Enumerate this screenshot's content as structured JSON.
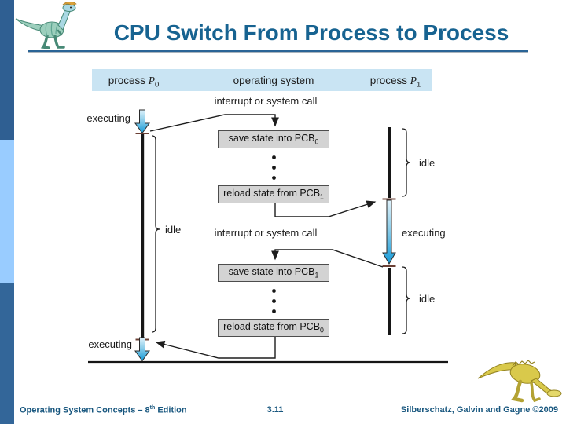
{
  "title": "CPU Switch From Process to Process",
  "diagram": {
    "header": {
      "col_left": {
        "pre": "process ",
        "var": "P",
        "sub": "0"
      },
      "col_mid": {
        "pre": "operating system"
      },
      "col_right": {
        "pre": "process ",
        "var": "P",
        "sub": "1"
      }
    },
    "interrupt_top": "interrupt or system call",
    "interrupt_bottom": "interrupt or system call",
    "boxes": [
      {
        "pre": "save state into PCB",
        "sub": "0"
      },
      {
        "pre": "reload state from PCB",
        "sub": "1"
      },
      {
        "pre": "save state into PCB",
        "sub": "1"
      },
      {
        "pre": "reload state from PCB",
        "sub": "0"
      }
    ],
    "labels": {
      "executing_p0_top": "executing",
      "idle_p0": "idle",
      "idle_p1_top": "idle",
      "executing_p1": "executing",
      "idle_p1_bottom": "idle",
      "executing_p0_bottom": "executing"
    }
  },
  "footer": {
    "book_pre": "Operating System Concepts – 8",
    "book_sup": "th",
    "book_post": " Edition",
    "page_number": "3.11",
    "authors": "Silberschatz, Galvin and Gagne ©2009"
  },
  "icons": {
    "top_left": "dinosaur-logo",
    "bottom_right": "dinosaur-logo"
  },
  "colors": {
    "title_text": "#176391",
    "footer_text": "#17567E",
    "sidebar_top": "#2F5F92",
    "sidebar_middle": "#99CCFF",
    "sidebar_bottom": "#336699",
    "band_fill": "#C9E4F3",
    "box_fill": "#D3D3D3",
    "box_border": "#4D4D4D",
    "arrow_blue_light": "#DFF2FB",
    "arrow_blue_dark": "#159AD8",
    "timeline_black": "#161616",
    "tick_mark": "#6B4035"
  }
}
